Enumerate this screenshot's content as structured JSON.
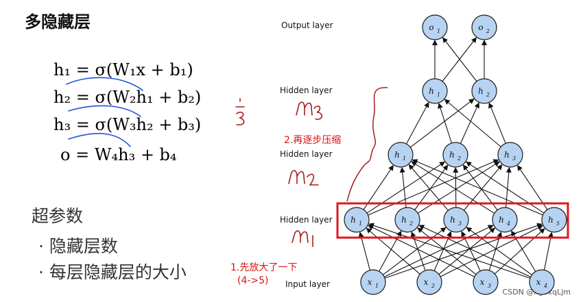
{
  "slide": {
    "title": "多隐藏层",
    "equations": [
      "h₁ = σ(W₁x + b₁)",
      "h₂ = σ(W₂h₁ + b₂)",
      "h₃ = σ(W₃h₂ + b₃)",
      "o = W₄h₃ + b₄"
    ],
    "hyperparams_heading": "超参数",
    "bullets": [
      "· 隐藏层数",
      "· 每层隐藏层的大小"
    ]
  },
  "diagram": {
    "layer_labels": {
      "output": "Output layer",
      "hidden3": "Hidden layer",
      "hidden2": "Hidden layer",
      "hidden1": "Hidden layer",
      "input": "Input layer"
    },
    "nodes": {
      "output": [
        "o1",
        "o2"
      ],
      "hidden3": [
        "h1",
        "h2"
      ],
      "hidden2": [
        "h1",
        "h2",
        "h3"
      ],
      "hidden1": [
        "h1",
        "h2",
        "h3",
        "h4",
        "h5"
      ],
      "input": [
        "x1",
        "x2",
        "x3",
        "x4"
      ]
    },
    "annotations": {
      "step2": "2.再逐步压缩",
      "step1_line1": "1.先放大了一下",
      "step1_line2": "(4->5)",
      "m3": "m3",
      "m2": "m2",
      "m1": "m1",
      "one_third": "1/3"
    },
    "colors": {
      "node_fill": "#b7d3f2",
      "node_stroke": "#1a1a1a",
      "highlight": "#e0141e",
      "handwriting": "#a81c1c",
      "pen_blue": "#1f4fd6"
    }
  },
  "watermark": "CSDN @kgbkqLjm"
}
